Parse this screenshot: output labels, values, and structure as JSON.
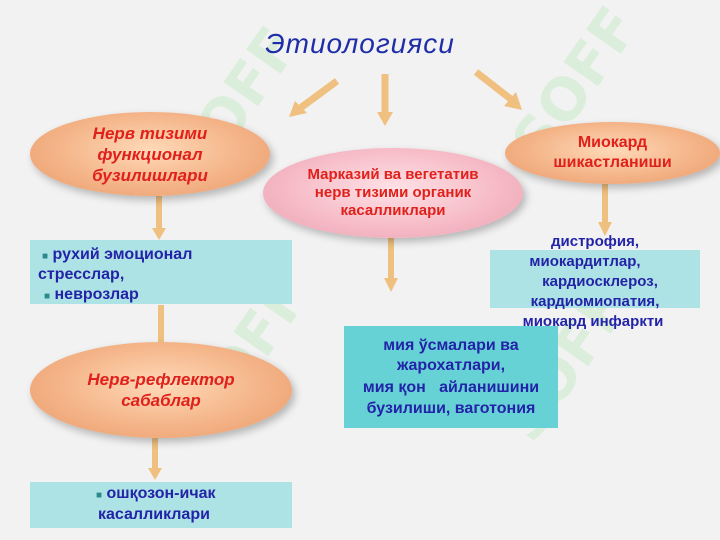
{
  "title": "Этиологияси",
  "watermark": "SOFF",
  "nodes": {
    "nerve_functional": "Нерв тизими функционал бузилишлари",
    "central_vegetative": "Марказий ва вегетатив нерв тизими органик касалликлари",
    "myocardium": "Миокард шикастланиши",
    "nerve_reflector": "Нерв-рефлектор сабаблар"
  },
  "boxes": {
    "stress": [
      "рухий эмоционал",
      "стресслар,",
      "неврозлар"
    ],
    "gastro": [
      "ошқозон-ичак",
      "касалликлари"
    ],
    "brain": [
      "мия ўсмалари ва",
      "жарохатлари,",
      "мия қон   айланишини",
      "бузилиши, ваготония"
    ],
    "myocard_list": [
      "дистрофия,",
      "миокардитлар,",
      "кардиосклероз,",
      "кардиомиопатия,",
      "миокард инфаркти"
    ]
  },
  "colors": {
    "title": "#1f2ea8",
    "node_text": "#e0201a",
    "box_text": "#2323a8",
    "arrow": "#efc07f",
    "box_light": "#aee3e5",
    "box_dark": "#66d2d6"
  }
}
